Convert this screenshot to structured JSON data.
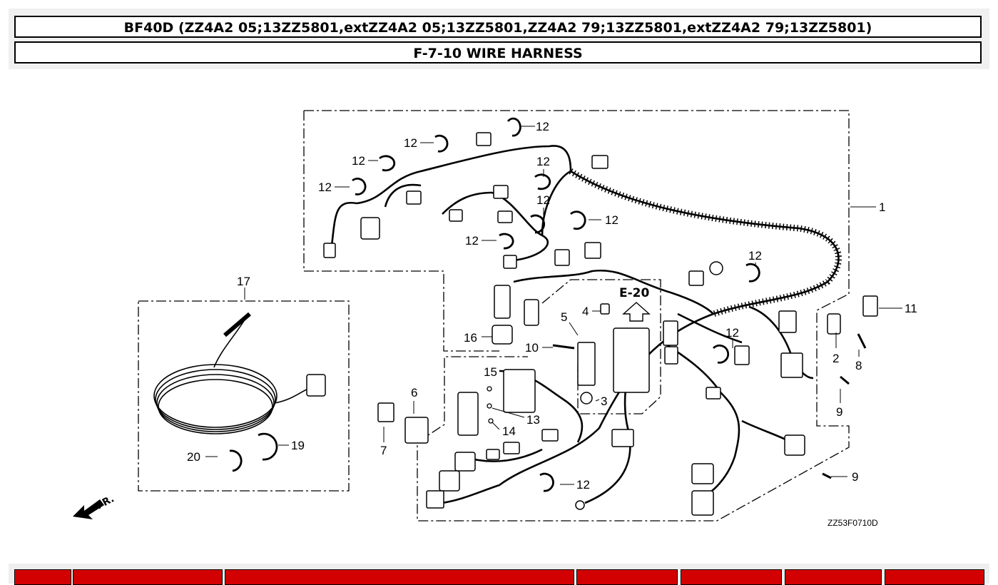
{
  "header": {
    "model": "BF40D (ZZ4A2 05;13ZZ5801,extZZ4A2 05;13ZZ5801,ZZ4A2 79;13ZZ5801,extZZ4A2 79;13ZZ5801)",
    "section": "F-7-10 WIRE HARNESS"
  },
  "diagram": {
    "callouts": [
      "1",
      "2",
      "3",
      "4",
      "5",
      "6",
      "7",
      "8",
      "9",
      "9",
      "10",
      "11",
      "12",
      "13",
      "14",
      "15",
      "16",
      "17",
      "19",
      "20"
    ],
    "reference": "E-20",
    "front_marker": "FR.",
    "drawing_code": "ZZ53F0710D"
  },
  "table": {
    "columns": 7,
    "header_color": "#d20000"
  }
}
